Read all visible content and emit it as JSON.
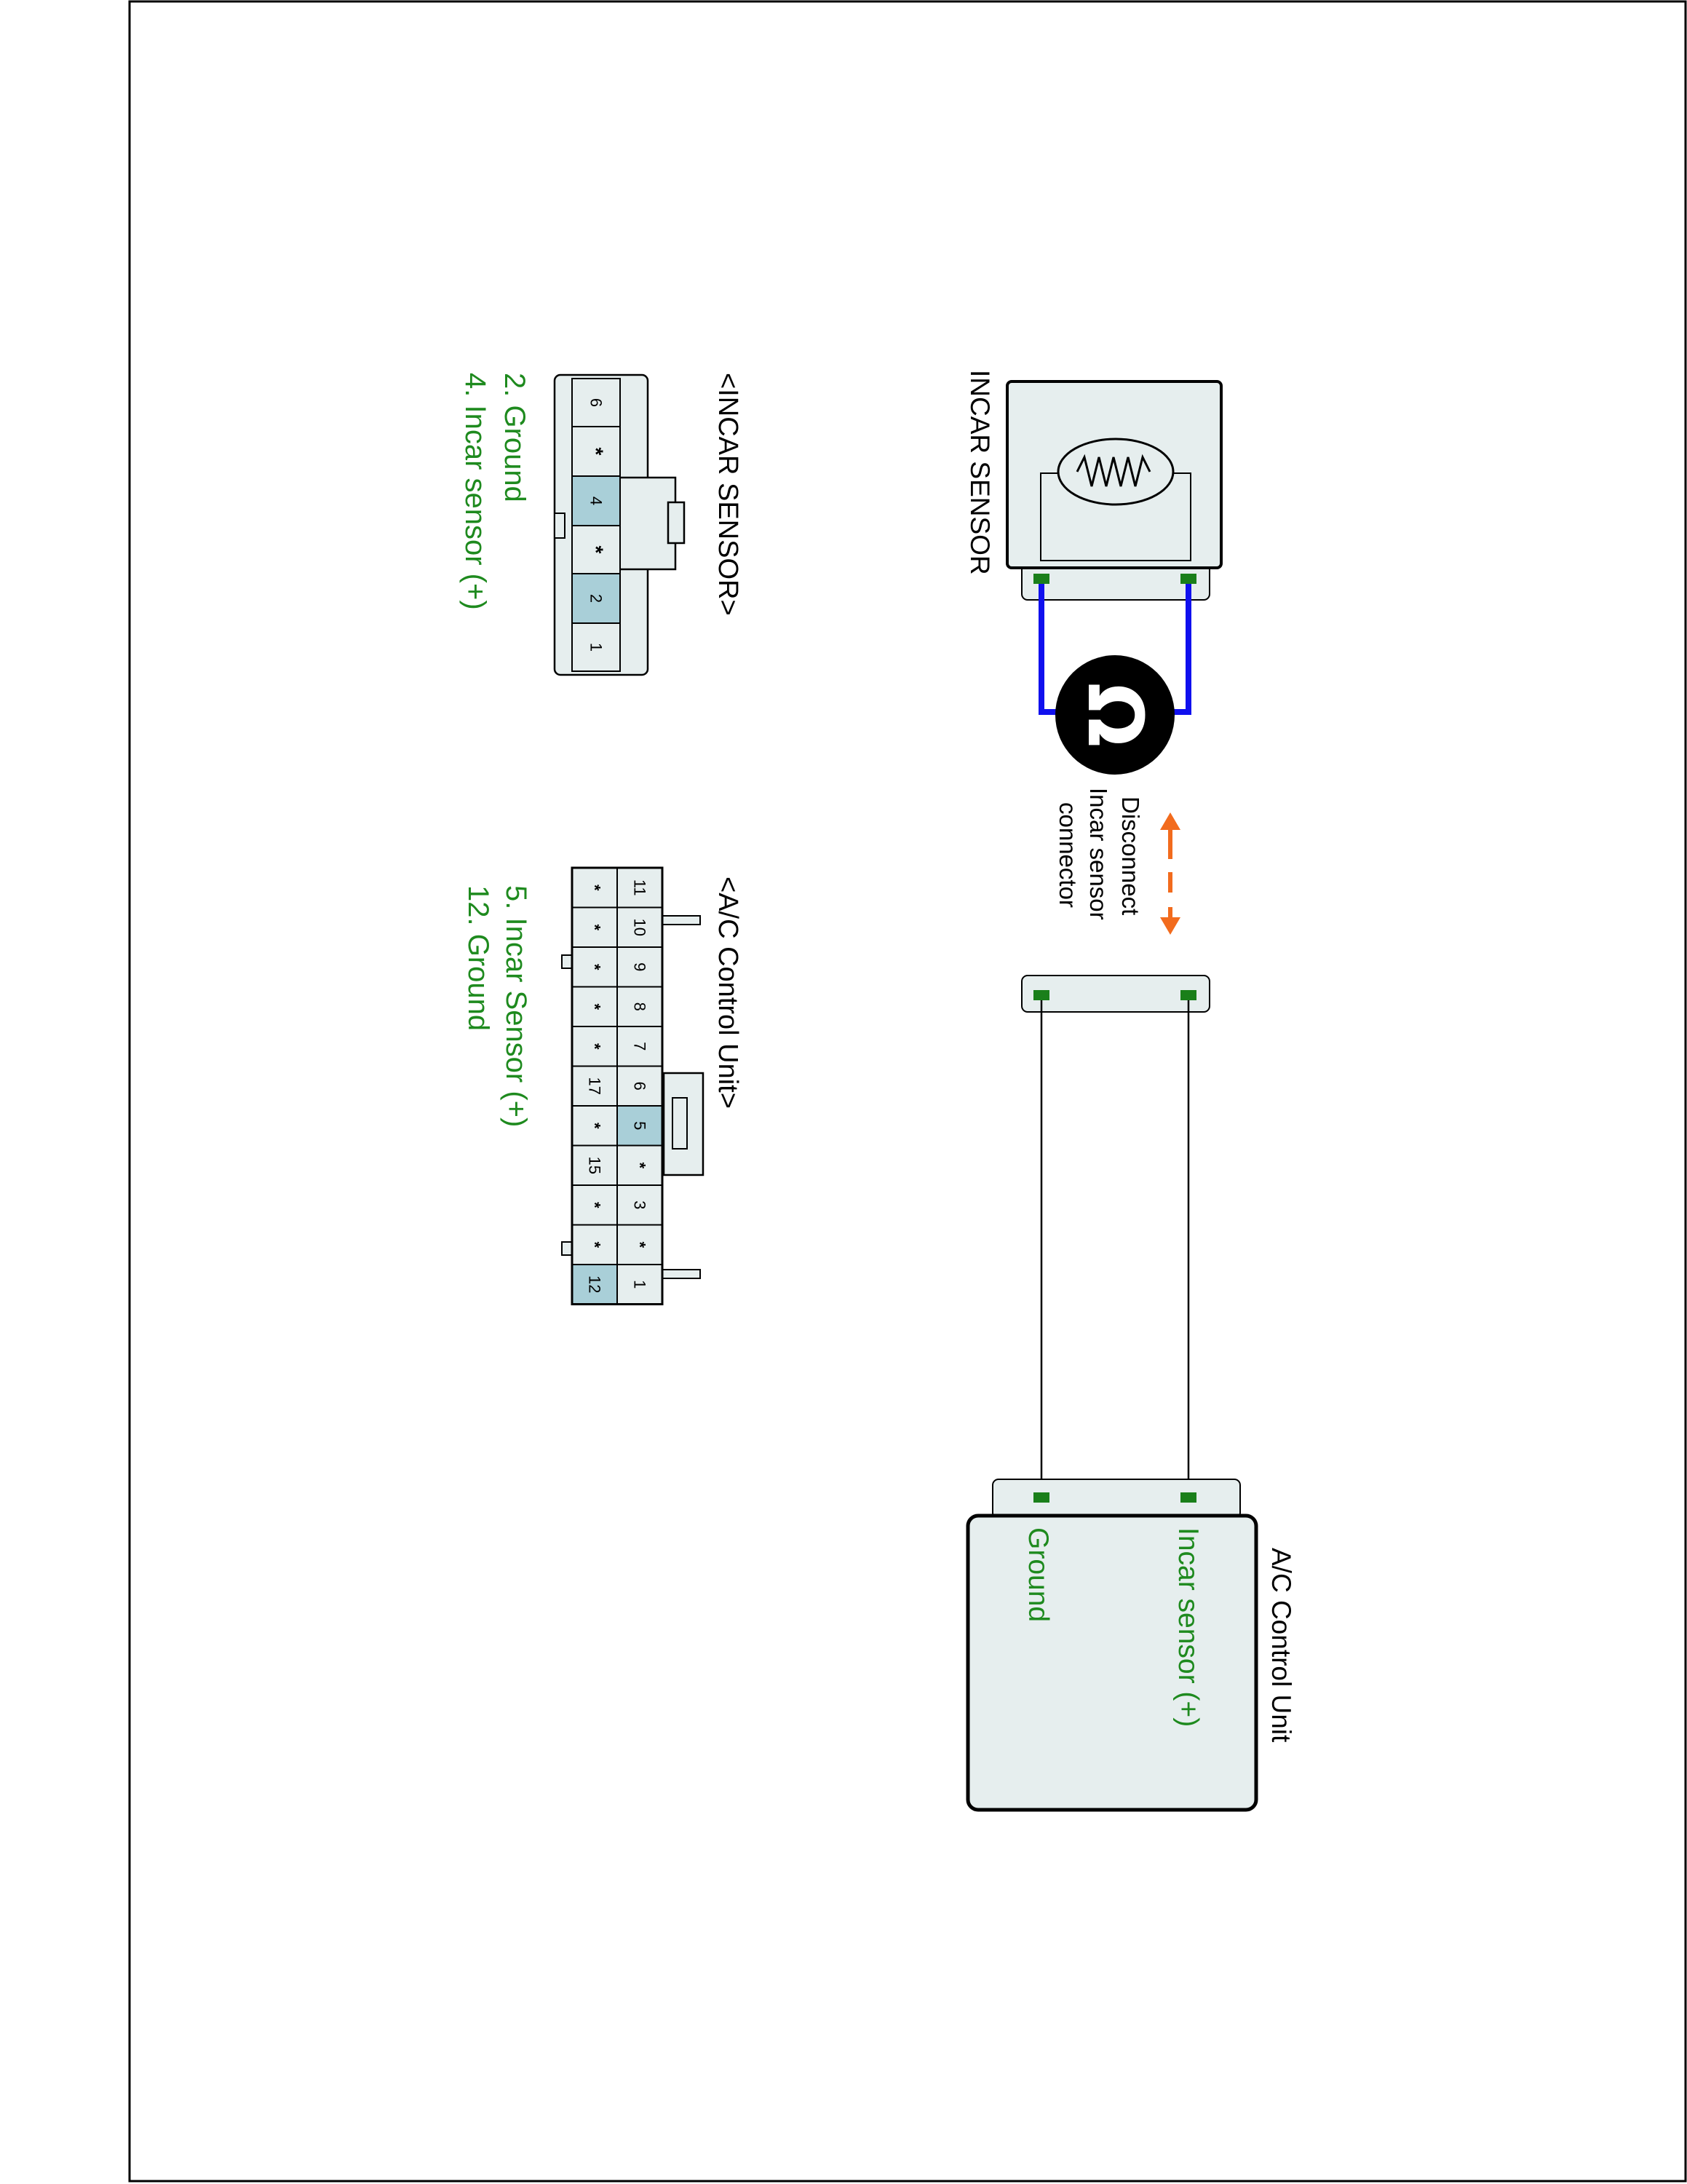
{
  "incar_sensor_label": "INCAR SENSOR",
  "disconnect_note": {
    "line1": "Disconnect",
    "line2": "Incar sensor",
    "line3": "connector"
  },
  "ohm_symbol": "Ω",
  "ac_unit": {
    "title": "A/C Control Unit",
    "pin_incar": "Incar sensor (+)",
    "pin_ground": "Ground"
  },
  "incar_connector": {
    "title": "<INCAR SENSOR>",
    "pins": [
      "6",
      "*",
      "4",
      "*",
      "2",
      "1"
    ],
    "highlighted": [
      "4",
      "2"
    ],
    "legend": [
      "2. Ground",
      "4. Incar sensor (+)"
    ]
  },
  "ac_connector": {
    "title": "<A/C Control Unit>",
    "top_row": [
      "11",
      "10",
      "9",
      "8",
      "7",
      "6",
      "5",
      "*",
      "3",
      "*",
      "1"
    ],
    "bottom_row": [
      "*",
      "*",
      "*",
      "*",
      "*",
      "17",
      "*",
      "15",
      "*",
      "*",
      "12"
    ],
    "highlighted": [
      "5",
      "12"
    ],
    "legend": [
      "5. Incar Sensor (+)",
      "12. Ground"
    ]
  },
  "colors": {
    "wire_blue": "#1010ee",
    "terminal_green": "#1a7f1a",
    "label_green": "#1e8a1e",
    "arrow_orange": "#f26b1d",
    "pin_highlight": "#a9cfd8",
    "box_fill": "#e6eeee"
  },
  "icons": [
    "resistor-icon",
    "ohmmeter-icon",
    "disconnect-arrow-icon"
  ]
}
